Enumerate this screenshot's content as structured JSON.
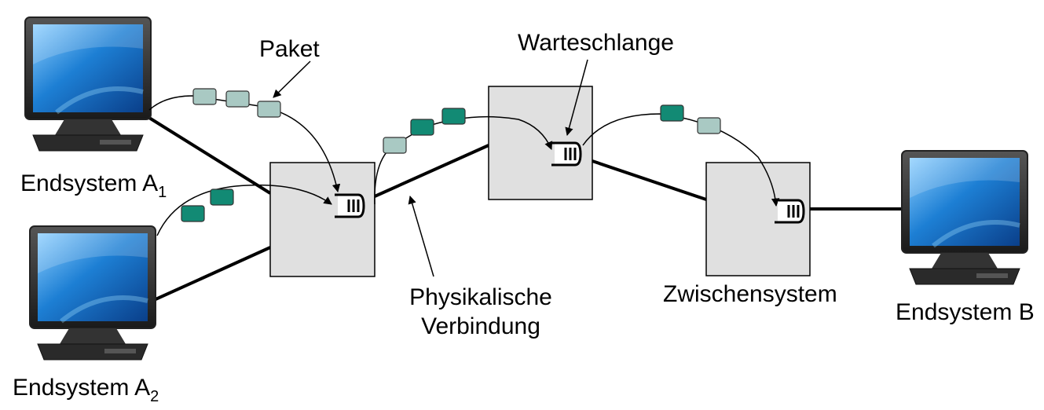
{
  "labels": {
    "endsystem_a1": "Endsystem A",
    "endsystem_a1_sub": "1",
    "endsystem_a2": "Endsystem A",
    "endsystem_a2_sub": "2",
    "endsystem_b": "Endsystem B",
    "paket": "Paket",
    "warteschlange": "Warteschlange",
    "physikalische_1": "Physikalische",
    "physikalische_2": "Verbindung",
    "zwischensystem": "Zwischensystem"
  },
  "colors": {
    "packet_light": "#a9c9c3",
    "packet_dark": "#128a74",
    "router_fill": "#e0e0e0",
    "link": "#000000",
    "screen_blue": "#1d7fd4"
  }
}
